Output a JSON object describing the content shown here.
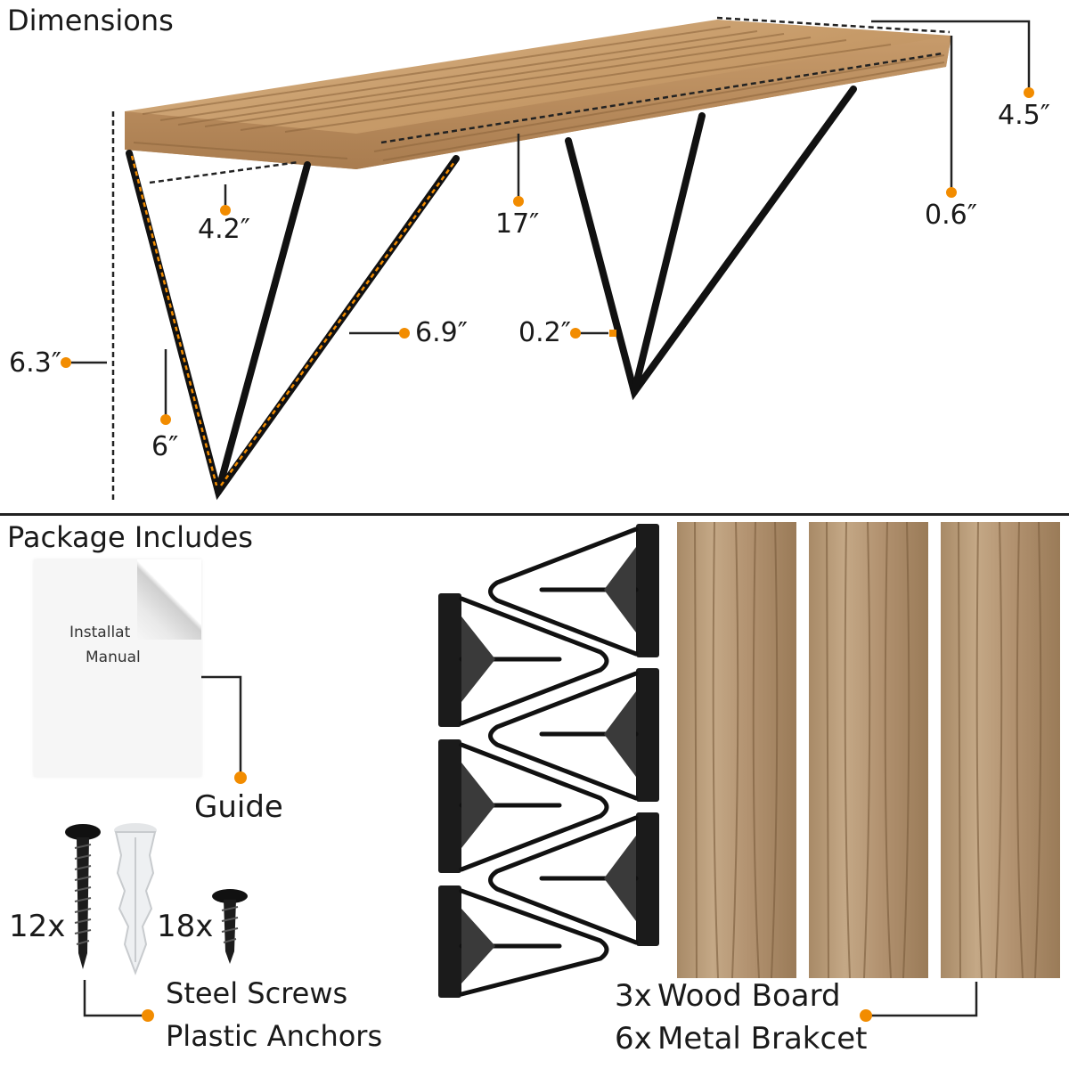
{
  "dimensions": {
    "title": "Dimensions",
    "labels": {
      "depth_top": "4.5″",
      "thickness": "0.6″",
      "length": "17″",
      "bracket_depth": "4.2″",
      "diagonal": "6.9″",
      "rod": "0.2″",
      "height_total": "6.3″",
      "bracket_height": "6″"
    }
  },
  "package": {
    "title": "Package Includes",
    "manual_text_1": "Installat",
    "manual_text_2": "Manual",
    "guide_label": "Guide",
    "screws_count": "12x",
    "anchors_count": "18x",
    "screws_label": "Steel Screws",
    "anchors_label": "Plastic Anchors",
    "boards_count": "3x",
    "boards_label": "Wood Board",
    "brackets_count": "6x",
    "brackets_label": "Metal Brakcet"
  },
  "colors": {
    "accent": "#f28c00",
    "wood": "#c9a170",
    "metal": "#1a1a1a"
  }
}
